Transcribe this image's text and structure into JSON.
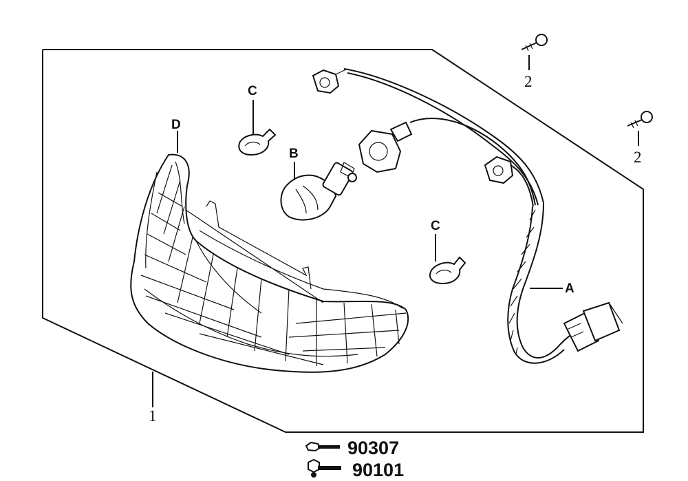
{
  "labels": {
    "assembly": "1",
    "screw_a": "2",
    "screw_b": "2",
    "harness": "A",
    "bulb_main": "B",
    "bulb_small_1": "C",
    "bulb_small_2": "C",
    "lens": "D"
  },
  "legend": [
    {
      "code": "90307"
    },
    {
      "code": "90101"
    }
  ]
}
